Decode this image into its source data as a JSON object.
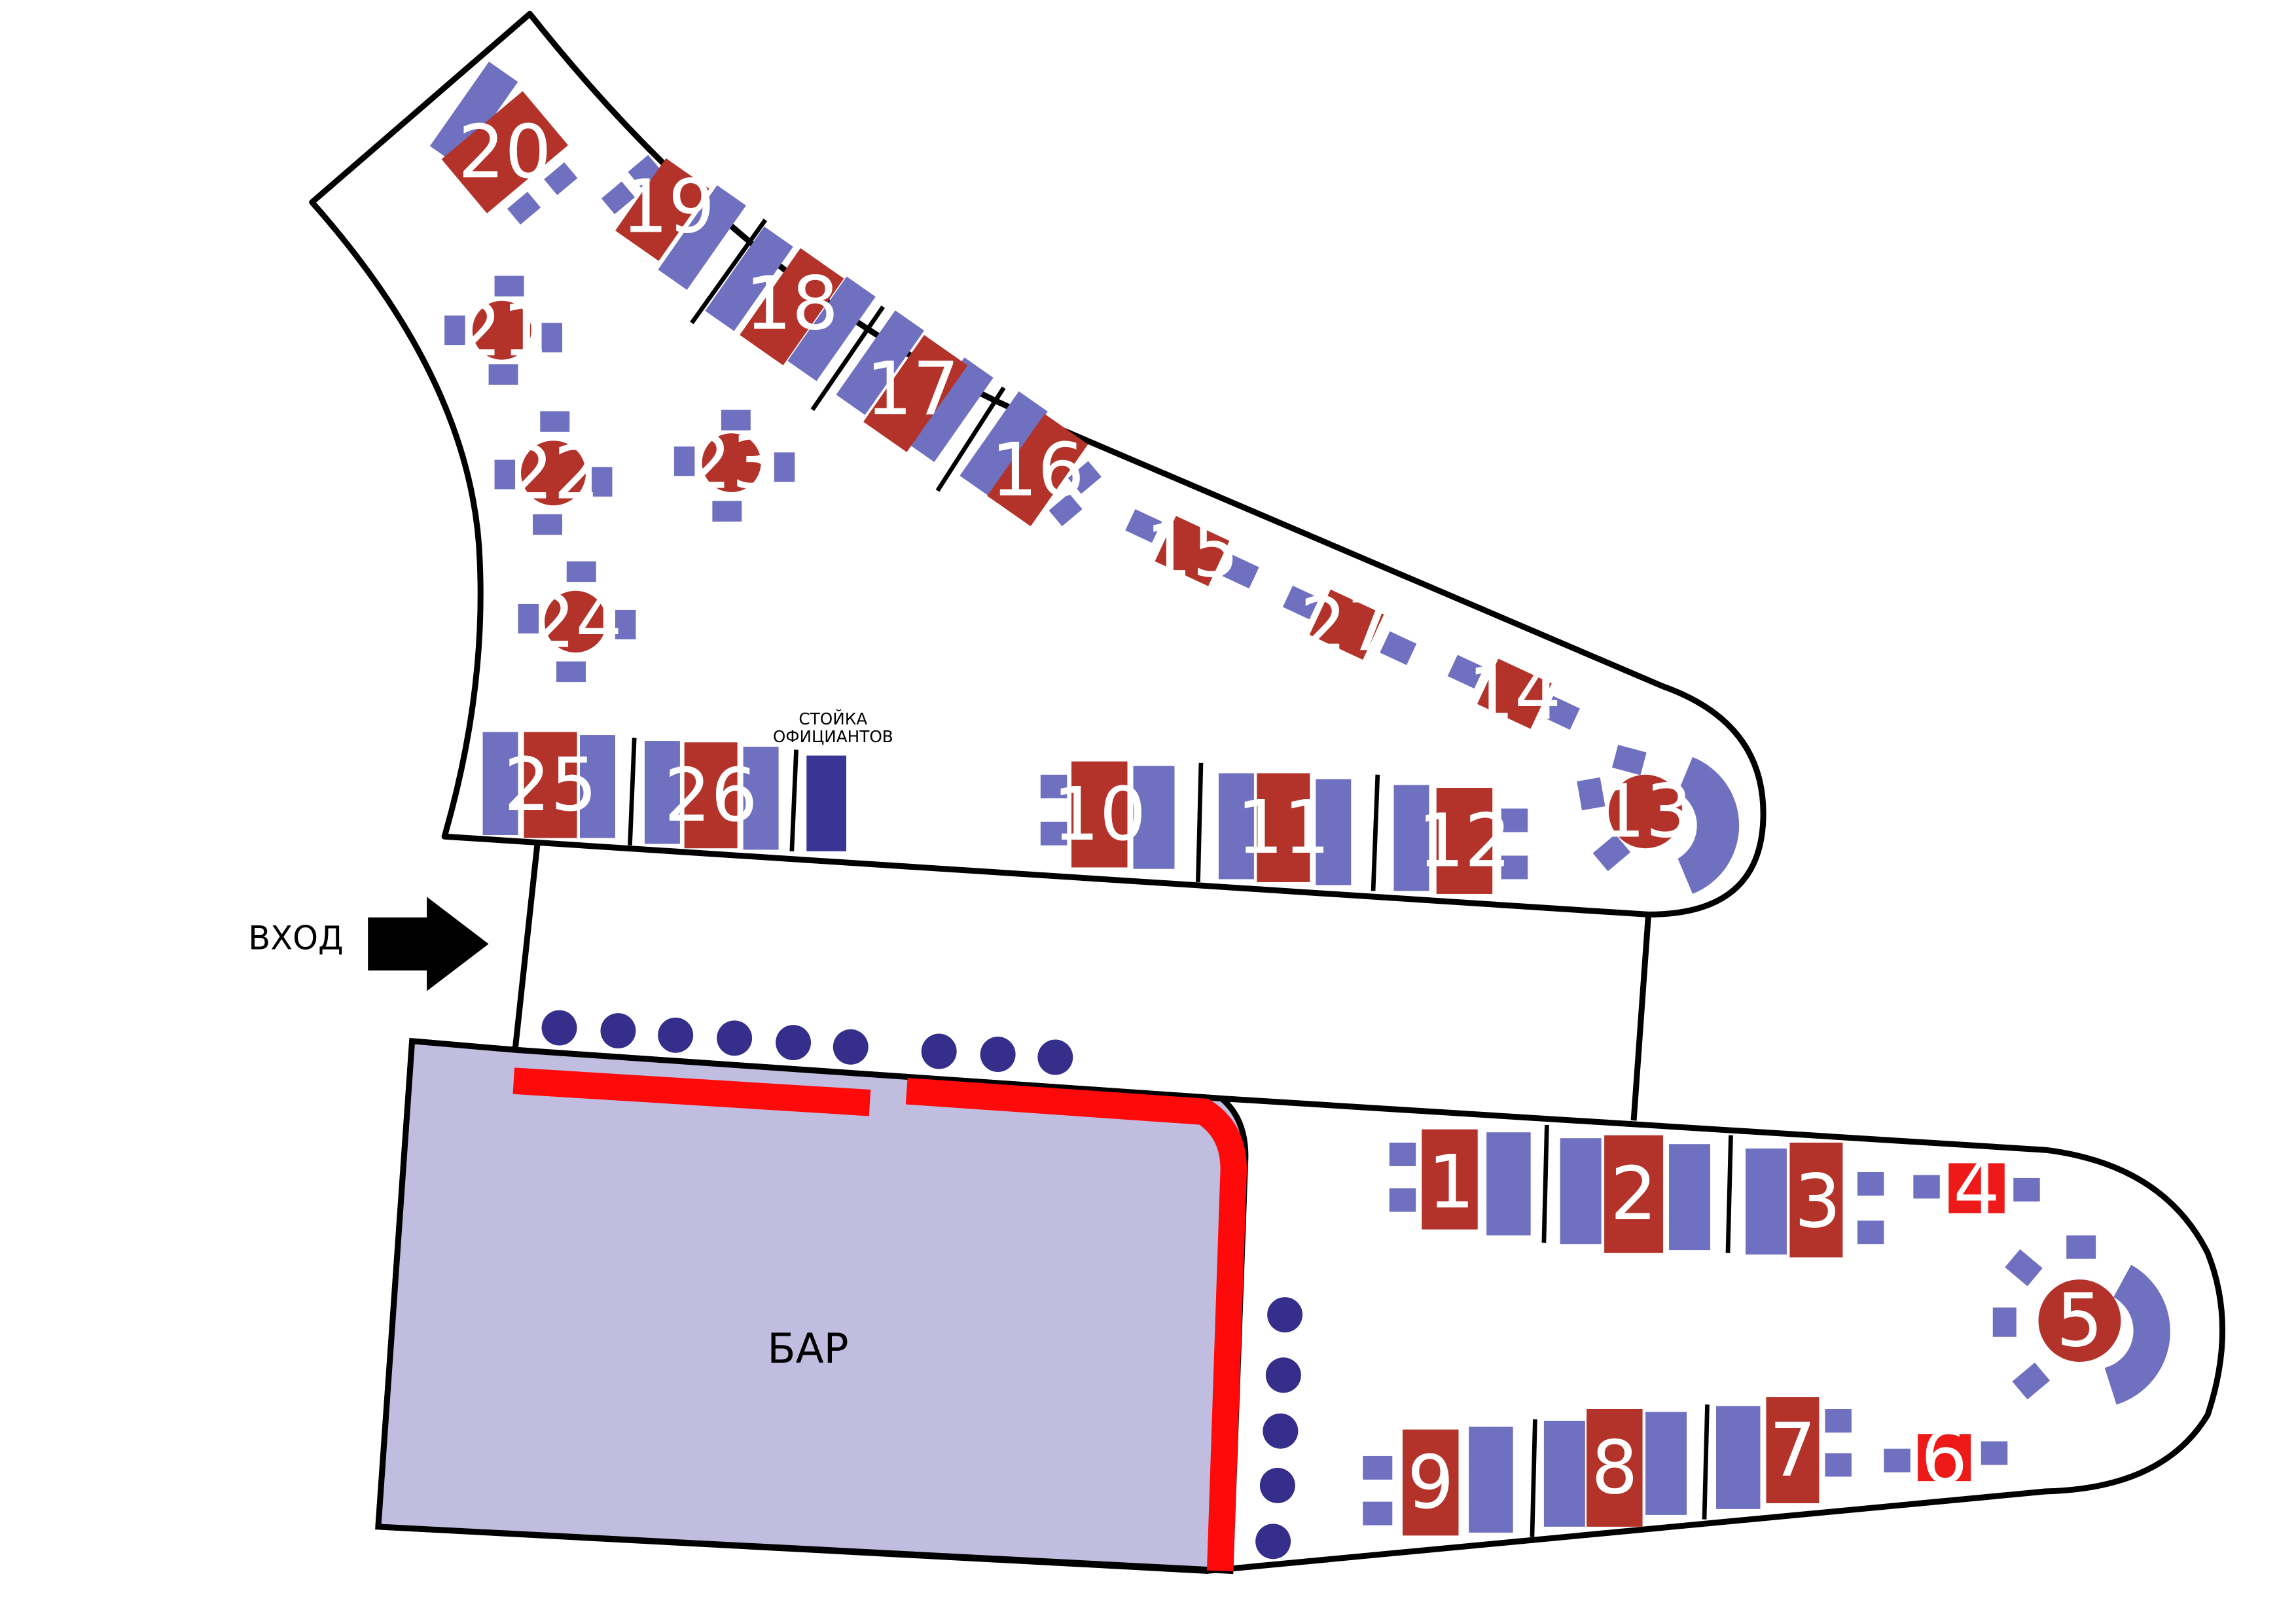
{
  "labels": {
    "entrance": "ВХОД",
    "bar": "БАР",
    "waiter_station_line1": "СТОЙКА",
    "waiter_station_line2": "ОФИЦИАНТОВ"
  },
  "colors": {
    "outline": "#000000",
    "table": "#b33229",
    "table_bright": "#ee1a1a",
    "seat": "#7070c0",
    "seat_dark": "#3a3595",
    "bar_fill": "#c0bde0",
    "bar_counter": "#ff0a0a",
    "stool": "#352e8a"
  },
  "tables": [
    {
      "id": "1",
      "shape": "booth"
    },
    {
      "id": "2",
      "shape": "booth"
    },
    {
      "id": "3",
      "shape": "booth"
    },
    {
      "id": "4",
      "shape": "small"
    },
    {
      "id": "5",
      "shape": "round"
    },
    {
      "id": "6",
      "shape": "small"
    },
    {
      "id": "7",
      "shape": "booth"
    },
    {
      "id": "8",
      "shape": "booth"
    },
    {
      "id": "9",
      "shape": "booth"
    },
    {
      "id": "10",
      "shape": "booth"
    },
    {
      "id": "11",
      "shape": "booth"
    },
    {
      "id": "12",
      "shape": "booth"
    },
    {
      "id": "13",
      "shape": "round"
    },
    {
      "id": "14",
      "shape": "small"
    },
    {
      "id": "15",
      "shape": "small"
    },
    {
      "id": "16",
      "shape": "booth"
    },
    {
      "id": "17",
      "shape": "booth"
    },
    {
      "id": "18",
      "shape": "booth"
    },
    {
      "id": "19",
      "shape": "booth"
    },
    {
      "id": "20",
      "shape": "booth"
    },
    {
      "id": "21",
      "shape": "round"
    },
    {
      "id": "22",
      "shape": "round"
    },
    {
      "id": "23",
      "shape": "round"
    },
    {
      "id": "24",
      "shape": "round"
    },
    {
      "id": "25",
      "shape": "booth"
    },
    {
      "id": "26",
      "shape": "booth"
    },
    {
      "id": "27",
      "shape": "small"
    }
  ]
}
